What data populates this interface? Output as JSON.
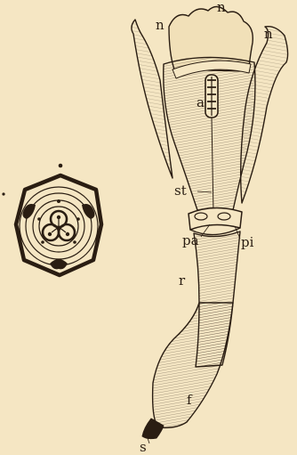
{
  "illustration": {
    "paper_color": "#f5e6c3",
    "ink_color": "#2a1d12",
    "flower": {
      "labels": {
        "n_left": "n",
        "n_top": "n",
        "n_right": "n",
        "a": "a",
        "st": "st",
        "pa": "pa",
        "pi": "pi",
        "r": "r",
        "f": "f",
        "s": "s"
      }
    },
    "floral_diagram": {
      "labels": {}
    }
  }
}
